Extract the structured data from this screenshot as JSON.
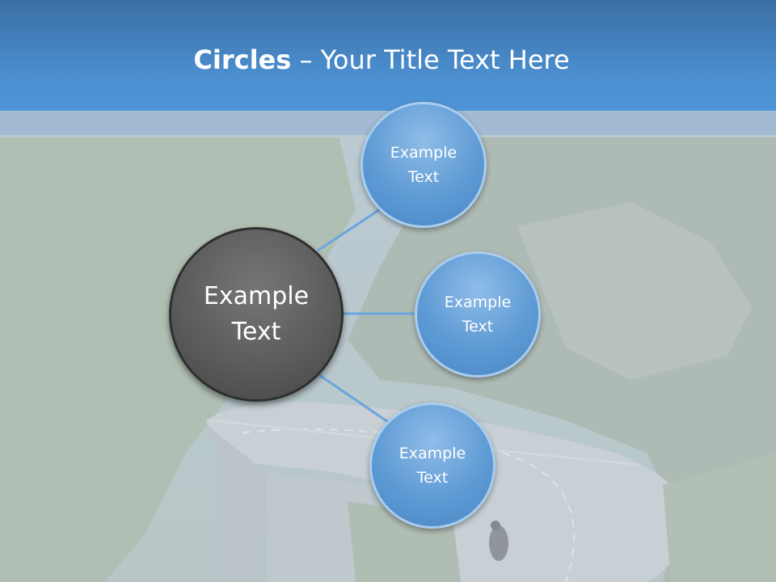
{
  "title": {
    "bold": "Circles",
    "rest": " – Your Title Text Here"
  },
  "center_node": {
    "line1": "Example",
    "line2": "Text"
  },
  "nodes": [
    {
      "line1": "Example",
      "line2": "Text"
    },
    {
      "line1": "Example",
      "line2": "Text"
    },
    {
      "line1": "Example",
      "line2": "Text"
    }
  ],
  "colors": {
    "title_bar": "#4b8fd0",
    "center_fill": "#5c5c5c",
    "node_fill": "#5e9ad4",
    "connector": "#6aa6de"
  }
}
